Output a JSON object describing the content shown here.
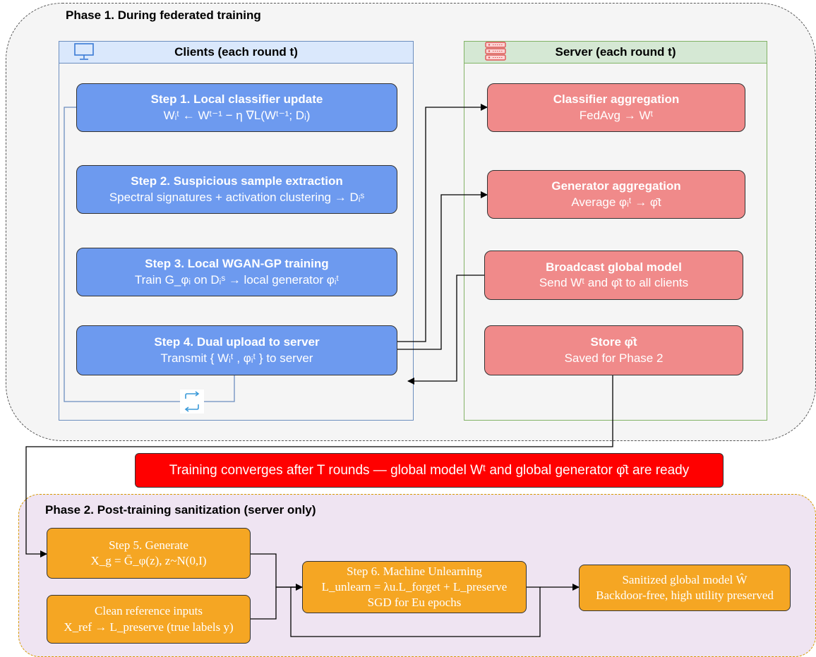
{
  "phase1": {
    "title": "Phase 1. During federated training",
    "clients_header": "Clients (each round t)",
    "server_header": "Server (each round t)",
    "client_steps": [
      {
        "title": "Step 1. Local classifier update",
        "desc": "Wᵢᵗ ← Wᵗ⁻¹ − η ∇L(Wᵗ⁻¹; Dᵢ)"
      },
      {
        "title": "Step 2. Suspicious sample extraction",
        "desc": "Spectral signatures + activation clustering → Dᵢˢ"
      },
      {
        "title": "Step 3. Local WGAN-GP training",
        "desc": "Train G_φᵢ on Dᵢˢ → local generator φᵢᵗ"
      },
      {
        "title": "Step 4. Dual upload to server",
        "desc": "Transmit { Wᵢᵗ , φᵢᵗ } to server"
      }
    ],
    "server_steps": [
      {
        "title": "Classifier aggregation",
        "desc": "FedAvg → Wᵗ"
      },
      {
        "title": "Generator aggregation",
        "desc": "Average φᵢᵗ → φ̄t"
      },
      {
        "title": "Broadcast global model",
        "desc": "Send Wᵗ and φ̄t to all clients"
      },
      {
        "title": "Store φ̄t",
        "desc": "Saved for Phase 2"
      }
    ],
    "icons": {
      "clients": "monitor-icon",
      "server": "server-rack-icon",
      "loop": "loop-refresh-icon"
    }
  },
  "banner": "Training converges after T rounds — global model Wᵗ and global generator φ̄t are ready",
  "phase2": {
    "title": "Phase 2. Post-training sanitization (server only)",
    "step5": {
      "title": "Step 5. Generate",
      "desc": "X_g = Ḡ_φ(z), z~N(0,I)"
    },
    "clean": {
      "title": "Clean reference inputs",
      "desc": "X_ref → L_preserve (true labels y)"
    },
    "step6": {
      "title": "Step 6. Machine Unlearning",
      "line2": "L_unlearn = λu.L_forget + L_preserve",
      "line3": "SGD for Eu epochs"
    },
    "output": {
      "title": "Sanitized global model Ŵ",
      "desc": "Backdoor-free, high utility preserved"
    }
  },
  "colors": {
    "client_step": "#6d9aef",
    "server_step": "#f08a8a",
    "phase2_step": "#f5a623",
    "banner": "#ff0000",
    "clients_header": "#dae8fc",
    "server_header": "#d5e8d4"
  }
}
